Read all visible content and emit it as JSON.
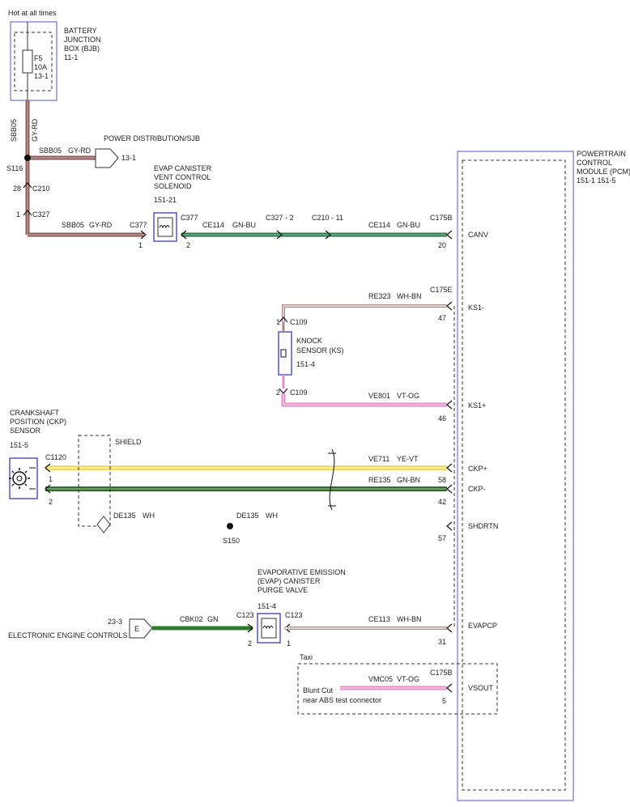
{
  "header": {
    "hot_label": "Hot at all times"
  },
  "bjb": {
    "title_lines": [
      "BATTERY",
      "JUNCTION",
      "BOX (BJB)",
      "11-1"
    ],
    "fuse_lines": [
      "F5",
      "10A",
      "13-1"
    ]
  },
  "pcm": {
    "title_lines": [
      "POWERTRAIN",
      "CONTROL",
      "MODULE (PCM)",
      "151-1   151-5"
    ],
    "pins": {
      "canv": "CANV",
      "ks1m": "KS1-",
      "ks1p": "KS1+",
      "ckpp": "CKP+",
      "ckpm": "CKP-",
      "shdrtn": "SHDRTN",
      "evapcp": "EVAPCP",
      "vsout": "VSOUT"
    }
  },
  "power_dist": {
    "label": "POWER DISTRIBUTION/SJB",
    "page": "13-1"
  },
  "evap_vent": {
    "title_lines": [
      "EVAP CANISTER",
      "VENT CONTROL",
      "SOLENOID",
      "151-21"
    ]
  },
  "knock": {
    "title_lines": [
      "KNOCK",
      "SENSOR (KS)",
      "151-4"
    ]
  },
  "ckp": {
    "title_lines": [
      "CRANKSHAFT",
      "POSITION (CKP)",
      "SENSOR",
      "151-5"
    ]
  },
  "purge": {
    "title_lines": [
      "EVAPORATIVE EMISSION",
      "(EVAP) CANISTER",
      "PURGE VALVE",
      "151-4"
    ]
  },
  "eec": {
    "label": "ELECTRONIC ENGINE CONTROLS",
    "page": "23-3",
    "letter": "E"
  },
  "shield_label": "SHIELD",
  "taxi": {
    "title": "Taxi",
    "note_lines": [
      "Blunt Cut",
      "near ABS test connector"
    ]
  },
  "wires": {
    "sbb05": "SBB05",
    "gyrd": "GY-RD",
    "ce114": "CE114",
    "gnbu": "GN-BU",
    "re323": "RE323",
    "whbn": "WH-BN",
    "ve801": "VE801",
    "vtog": "VT-OG",
    "ve711": "VE711",
    "yevt": "YE-VT",
    "re135": "RE135",
    "gnbn": "GN-BN",
    "de135": "DE135",
    "wh": "WH",
    "cbk02": "CBK02",
    "gn": "GN",
    "ce113": "CE113",
    "vmc05": "VMC05"
  },
  "connectors": {
    "s116": "S116",
    "c210": "C210",
    "c327": "C327",
    "c377": "C377",
    "c327_2": "C327 - 2",
    "c210_11": "C210 - 11",
    "c175b": "C175B",
    "c175e": "C175E",
    "c109": "C109",
    "c1120": "C1120",
    "s150": "S150",
    "c123": "C123"
  },
  "pins": {
    "p1": "1",
    "p2": "2",
    "p5": "5",
    "p20": "20",
    "p28": "28",
    "p31": "31",
    "p42": "42",
    "p46": "46",
    "p47": "47",
    "p57": "57",
    "p58": "58"
  },
  "colors": {
    "gyrd": "#8c5652",
    "gnbu": "#2a7a30",
    "whbn": "#b8a2a0",
    "vtog": "#e58cc8",
    "yevt": "#f2dc5c",
    "gnbn": "#2f6e2c",
    "gn": "#2e7d2e",
    "module_border": "#5555cc"
  }
}
